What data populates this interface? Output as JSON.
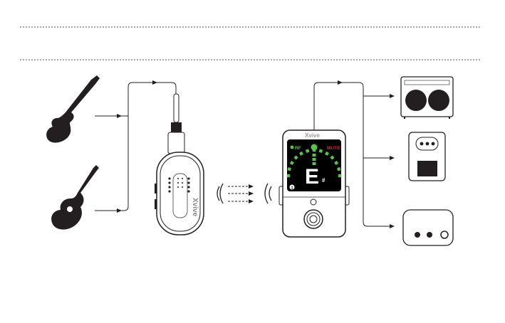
{
  "tuner": {
    "rf_label": "RF",
    "mute_label": "MUTE",
    "note": "E",
    "sharp": "#",
    "channel": "1",
    "brand": "Xvive"
  },
  "transmitter": {
    "brand": "Xvive"
  },
  "colors": {
    "line": "#231f20",
    "tuner_green": "#5cc14a",
    "mute_red": "#e8202a",
    "screen": "#000000"
  }
}
